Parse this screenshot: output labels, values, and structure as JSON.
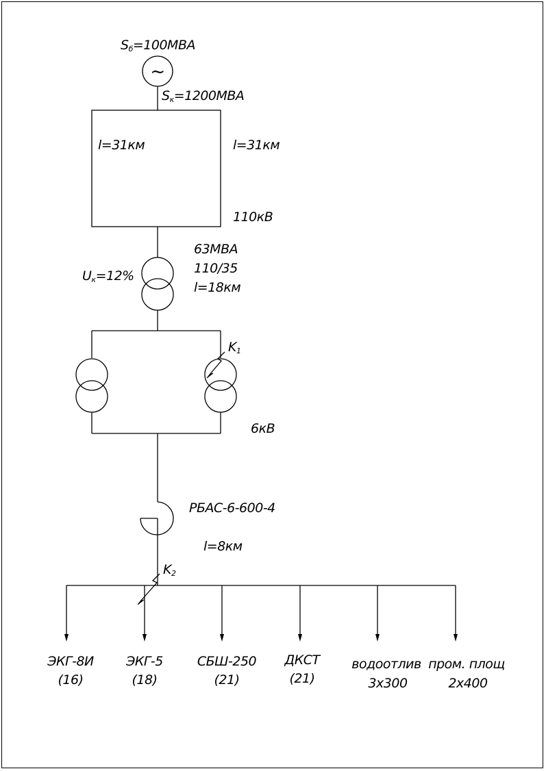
{
  "source": {
    "base_power": {
      "main": "S",
      "sub": "б",
      "value": "=100MBA"
    },
    "short_circuit_power": {
      "main": "S",
      "sub": "к",
      "value": "=1200MBA"
    },
    "symbol": "~"
  },
  "line_110": {
    "left_length": "l=31км",
    "right_length": "l=31км",
    "voltage": "110кВ"
  },
  "transformer_110_35": {
    "uk": {
      "main": "U",
      "sub": "к",
      "value": "=12%"
    },
    "rating": "63MBA",
    "ratio": "110/35",
    "length": "l=18км"
  },
  "substation_6kv": {
    "fault_point": {
      "main": "K",
      "sub": "1"
    },
    "voltage": "6кВ"
  },
  "reactor": {
    "type": "РБАС-6-600-4",
    "length": "l=8км"
  },
  "bus_6kv": {
    "fault_point": {
      "main": "K",
      "sub": "2"
    }
  },
  "loads": [
    {
      "name": "ЭКГ-8И",
      "qty": "(16)"
    },
    {
      "name": "ЭКГ-5",
      "qty": "(18)"
    },
    {
      "name": "СБШ-250",
      "qty": "(21)"
    },
    {
      "name": "ДКСТ",
      "qty": "(21)"
    },
    {
      "name": "водоотлив",
      "qty": "3х300"
    },
    {
      "name": "пром. площ",
      "qty": "2х400"
    }
  ]
}
